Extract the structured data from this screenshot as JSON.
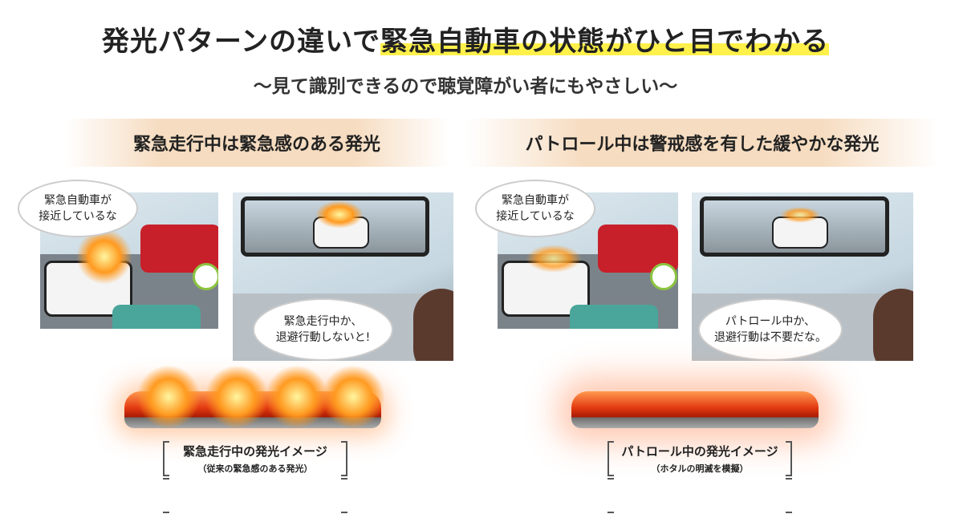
{
  "title": {
    "part1": "発光パターンの違いで",
    "part2_highlighted": "緊急自動車の状態がひと目でわかる"
  },
  "subtitle": "～見て識別できるので聴覚障がい者にもやさしい～",
  "colors": {
    "highlight": "#fff04a",
    "band": "#f6dcc0",
    "light_red": "#e33a10"
  },
  "left": {
    "header": "緊急走行中は緊急感のある発光",
    "bubble1": [
      "緊急自動車が",
      "接近しているな"
    ],
    "bubble2": [
      "緊急走行中か、",
      "退避行動しないと!"
    ],
    "caption_main": "緊急走行中の発光イメージ",
    "caption_sub": "（従来の緊急感のある発光）"
  },
  "right": {
    "header": "パトロール中は警戒感を有した緩やかな発光",
    "bubble1": [
      "緊急自動車が",
      "接近しているな"
    ],
    "bubble2": [
      "パトロール中か、",
      "退避行動は不要だな。"
    ],
    "caption_main": "パトロール中の発光イメージ",
    "caption_sub": "（ホタルの明滅を模擬）"
  }
}
